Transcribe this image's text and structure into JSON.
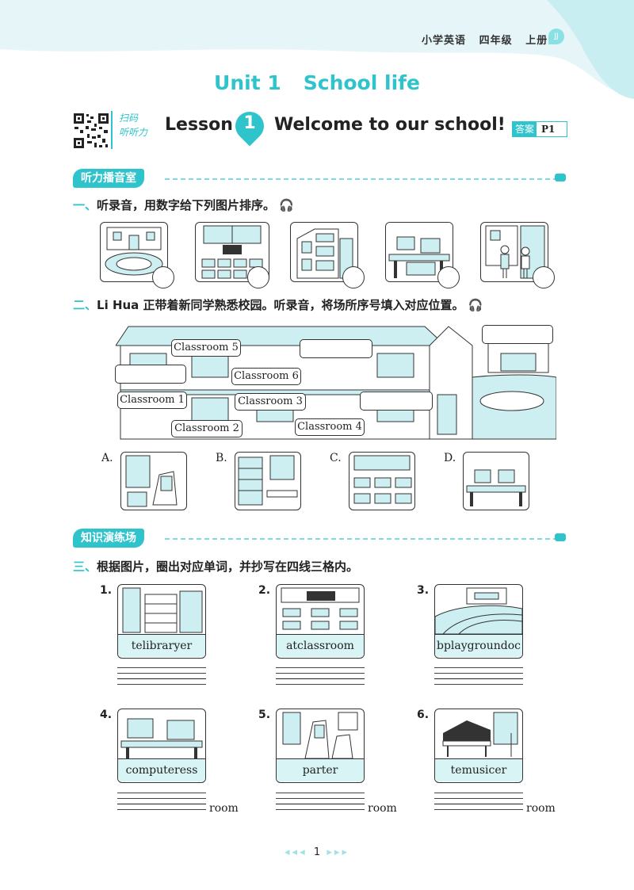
{
  "header": {
    "subject": "小学英语",
    "grade": "四年级",
    "term": "上册",
    "badge": "JJ"
  },
  "unit": {
    "label": "Unit 1",
    "name": "School life"
  },
  "scan": {
    "line1": "扫码",
    "line2": "听听力"
  },
  "lesson": {
    "word": "Lesson",
    "number": "1",
    "title": "Welcome to our school!"
  },
  "answer": {
    "label": "答案",
    "page": "P1"
  },
  "sections": {
    "listening": "听力播音室",
    "practice": "知识演练场"
  },
  "q1": {
    "num": "一、",
    "text": "听录音，用数字给下列图片排序。"
  },
  "q2": {
    "num": "二、",
    "text": "Li Hua 正带着新同学熟悉校园。听录音，将场所序号填入对应位置。"
  },
  "building_labels": [
    "Classroom 5",
    "Classroom 6",
    "Classroom 1",
    "Classroom 3",
    "Classroom 2",
    "Classroom 4"
  ],
  "options": [
    "A.",
    "B.",
    "C.",
    "D."
  ],
  "q3": {
    "num": "三、",
    "text": "根据图片，圈出对应单词，并抄写在四线三格内。"
  },
  "words": [
    {
      "n": "1.",
      "word": "telibraryer"
    },
    {
      "n": "2.",
      "word": "atclassroom"
    },
    {
      "n": "3.",
      "word": "bplaygroundoc"
    },
    {
      "n": "4.",
      "word": "computeress"
    },
    {
      "n": "5.",
      "word": "parter"
    },
    {
      "n": "6.",
      "word": "temusicer"
    }
  ],
  "room_suffix": "room",
  "footer": {
    "left_arrows": "◂◂◂",
    "page": "1",
    "right_arrows": "▸▸▸"
  },
  "colors": {
    "accent": "#2fc4cc",
    "light": "#cdeff1"
  }
}
